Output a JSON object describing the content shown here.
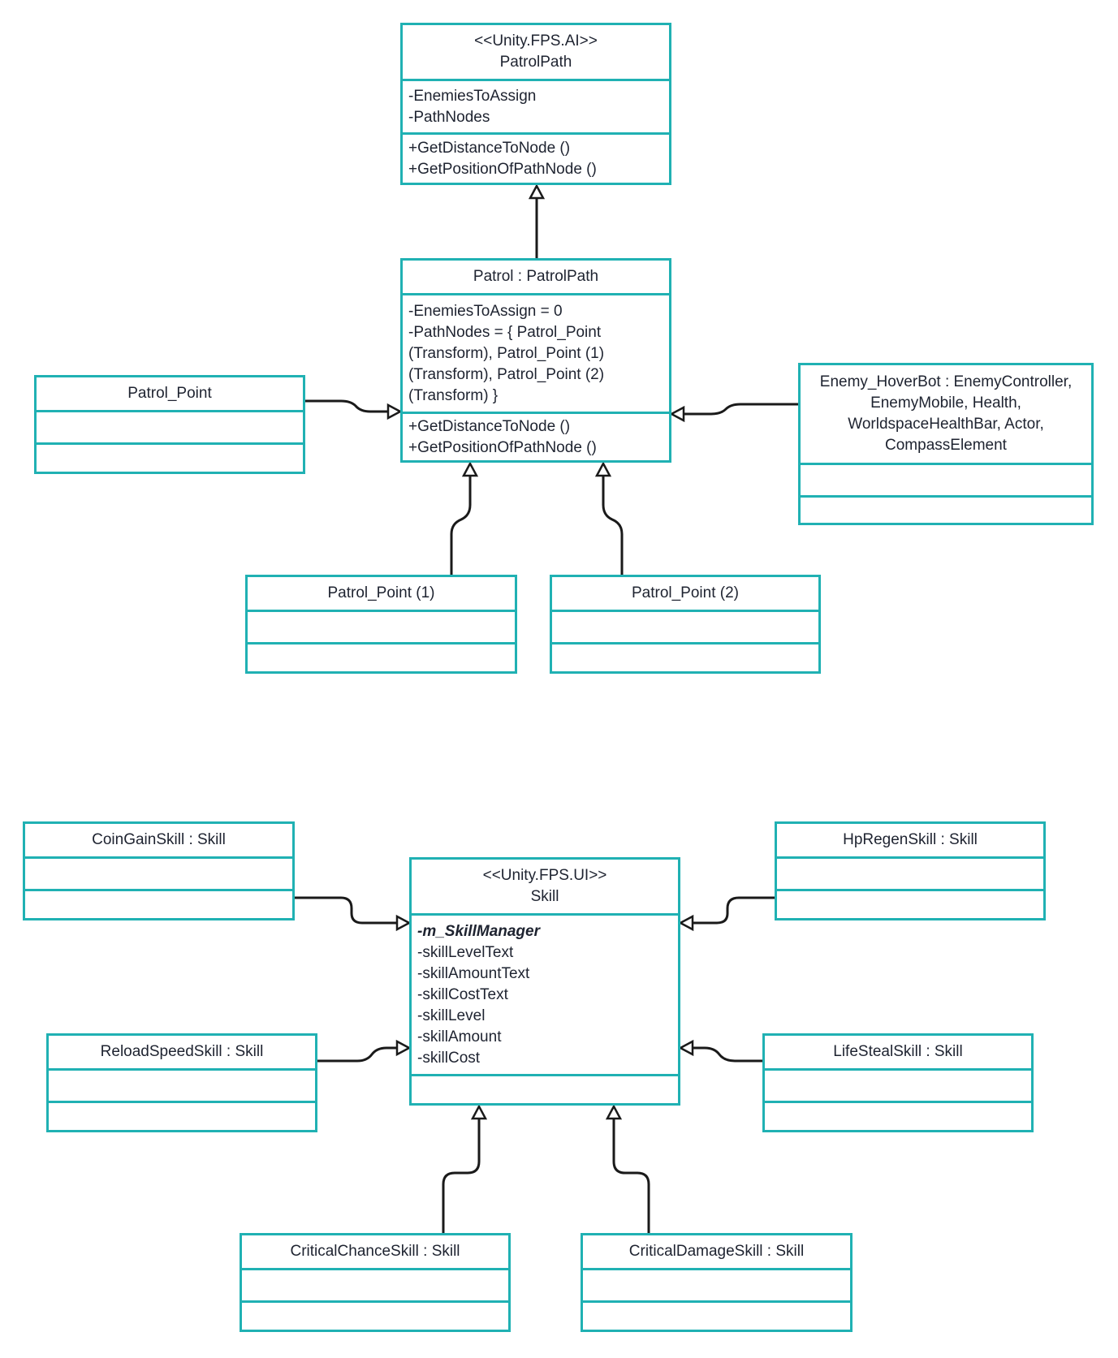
{
  "colors": {
    "box_border": "#20b1b3",
    "connector": "#1a1a1a",
    "text": "#1e2330"
  },
  "patrol_path": {
    "title_lines": [
      "<<Unity.FPS.AI>>",
      "PatrolPath"
    ],
    "attributes": [
      "-EnemiesToAssign",
      "-PathNodes"
    ],
    "methods": [
      "+GetDistanceToNode ()",
      "+GetPositionOfPathNode ()"
    ]
  },
  "patrol": {
    "title_lines": [
      "Patrol : PatrolPath"
    ],
    "attributes": [
      "-EnemiesToAssign = 0",
      "-PathNodes = { Patrol_Point",
      "(Transform), Patrol_Point (1)",
      "(Transform), Patrol_Point (2)",
      "(Transform) }"
    ],
    "methods": [
      "+GetDistanceToNode ()",
      "+GetPositionOfPathNode ()"
    ]
  },
  "patrol_point": {
    "title_lines": [
      "Patrol_Point"
    ]
  },
  "patrol_point_1": {
    "title_lines": [
      "Patrol_Point (1)"
    ]
  },
  "patrol_point_2": {
    "title_lines": [
      "Patrol_Point (2)"
    ]
  },
  "enemy_hoverbot": {
    "title_lines": [
      "Enemy_HoverBot : EnemyController,",
      "EnemyMobile, Health,",
      "WorldspaceHealthBar, Actor,",
      "CompassElement"
    ]
  },
  "skill": {
    "title_lines": [
      "<<Unity.FPS.UI>>",
      "Skill"
    ],
    "attributes": [
      "-m_SkillManager",
      "-skillLevelText",
      "-skillAmountText",
      "-skillCostText",
      "-skillLevel",
      "-skillAmount",
      "-skillCost"
    ]
  },
  "coin_gain_skill": {
    "title_lines": [
      "CoinGainSkill : Skill"
    ]
  },
  "hp_regen_skill": {
    "title_lines": [
      "HpRegenSkill : Skill"
    ]
  },
  "reload_speed_skill": {
    "title_lines": [
      "ReloadSpeedSkill : Skill"
    ]
  },
  "life_steal_skill": {
    "title_lines": [
      "LifeStealSkill : Skill"
    ]
  },
  "critical_chance_skill": {
    "title_lines": [
      "CriticalChanceSkill : Skill"
    ]
  },
  "critical_damage_skill": {
    "title_lines": [
      "CriticalDamageSkill : Skill"
    ]
  }
}
